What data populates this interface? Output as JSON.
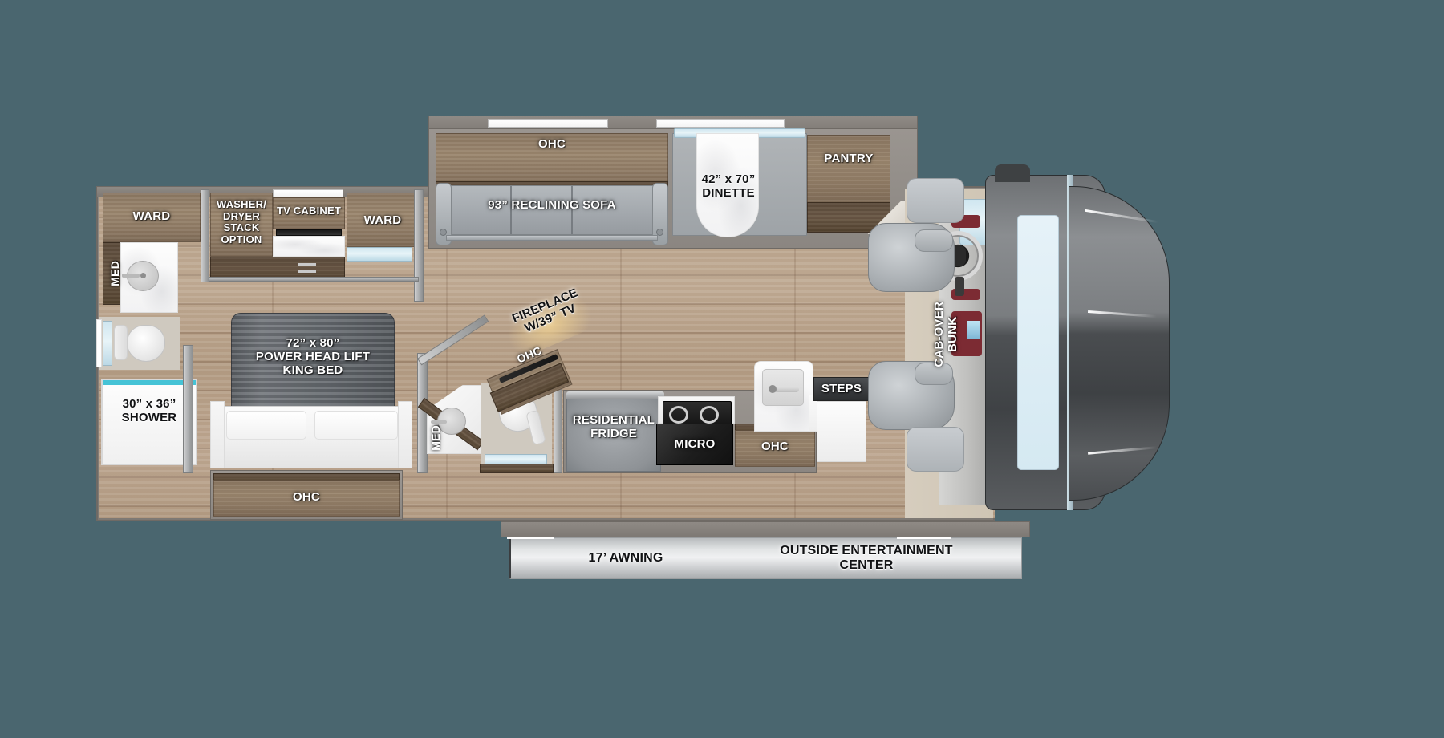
{
  "floorplan": {
    "background_color": "#4a666f",
    "labels": {
      "ward_left": "WARD",
      "med_left": "MED",
      "washer_dryer": "WASHER/\nDRYER\nSTACK\nOPTION",
      "tv_cabinet": "TV CABINET",
      "ward_right": "WARD",
      "shower": "30” x 36”\nSHOWER",
      "king_bed": "72” x 80”\nPOWER  HEAD LIFT\nKING BED",
      "ohc_bed_foot": "OHC",
      "med_mid": "MED",
      "ohc_living": "OHC",
      "sofa": "93” RECLINING SOFA",
      "dinette": "42” x 70”\nDINETTE",
      "pantry": "PANTRY",
      "fireplace": "FIREPLACE\nW/39” TV",
      "ohc_fireplace": "OHC",
      "residential_fridge": "RESIDENTIAL\nFRIDGE",
      "micro": "MICRO",
      "ohc_kitchen": "OHC",
      "steps": "STEPS",
      "cab_over_bunk": "CAB-OVER\nBUNK",
      "awning": "17’ AWNING",
      "outside_entertainment": "OUTSIDE ENTERTAINMENT\nCENTER"
    },
    "colors": {
      "wood_cabinet": "#93806a",
      "wood_cabinet_dark": "#5d4c3c",
      "floor": "#b8a28b",
      "wall": "#8a857f",
      "fabric_gray": "#a9aeb2",
      "marble": "#fafafa",
      "accent_teal": "#46c3d6",
      "fireplace_glow": "#e8cf9a"
    }
  }
}
